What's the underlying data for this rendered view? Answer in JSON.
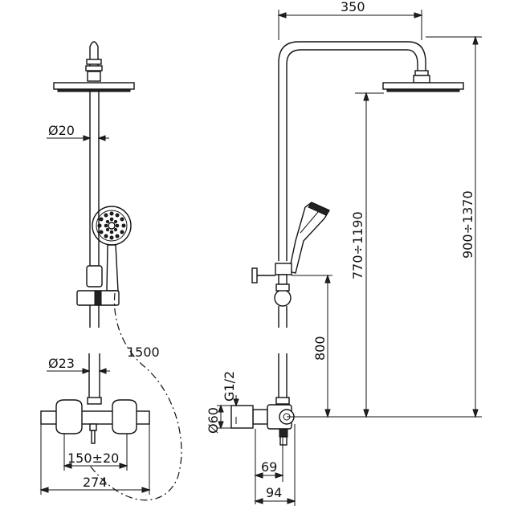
{
  "dimensions": {
    "arm_reach": "350",
    "pipe_diameter_upper": "Ø20",
    "pipe_diameter_lower": "Ø23",
    "hose_length": "1500",
    "head_height_range": "770÷1190",
    "total_height_range": "900÷1370",
    "mixer_to_holder": "800",
    "inlet_thread": "G1/2",
    "inlet_diameter": "Ø60",
    "wall_offset_inner": "69",
    "wall_offset_outer": "94",
    "inlet_spacing": "150±20",
    "mixer_width": "274"
  }
}
